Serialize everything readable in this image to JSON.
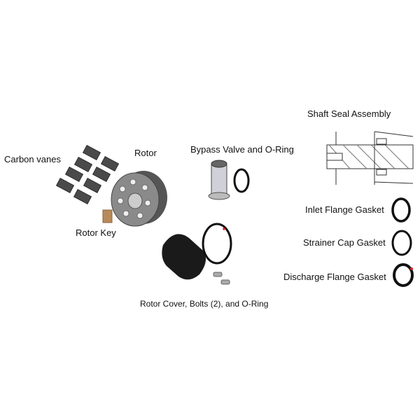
{
  "labels": {
    "carbon_vanes": "Carbon vanes",
    "rotor": "Rotor",
    "rotor_key": "Rotor Key",
    "bypass_valve": "Bypass Valve and O-Ring",
    "shaft_seal": "Shaft Seal Assembly",
    "inlet_gasket": "Inlet Flange Gasket",
    "strainer_gasket": "Strainer Cap Gasket",
    "discharge_gasket": "Discharge Flange Gasket",
    "rotor_cover": "Rotor Cover, Bolts (2), and O-Ring"
  },
  "colors": {
    "vane": "#4a4a4a",
    "rotor": "#7a7a7a",
    "key": "#b8895a",
    "ring": "#111111",
    "ring_mark": "#e02020"
  }
}
